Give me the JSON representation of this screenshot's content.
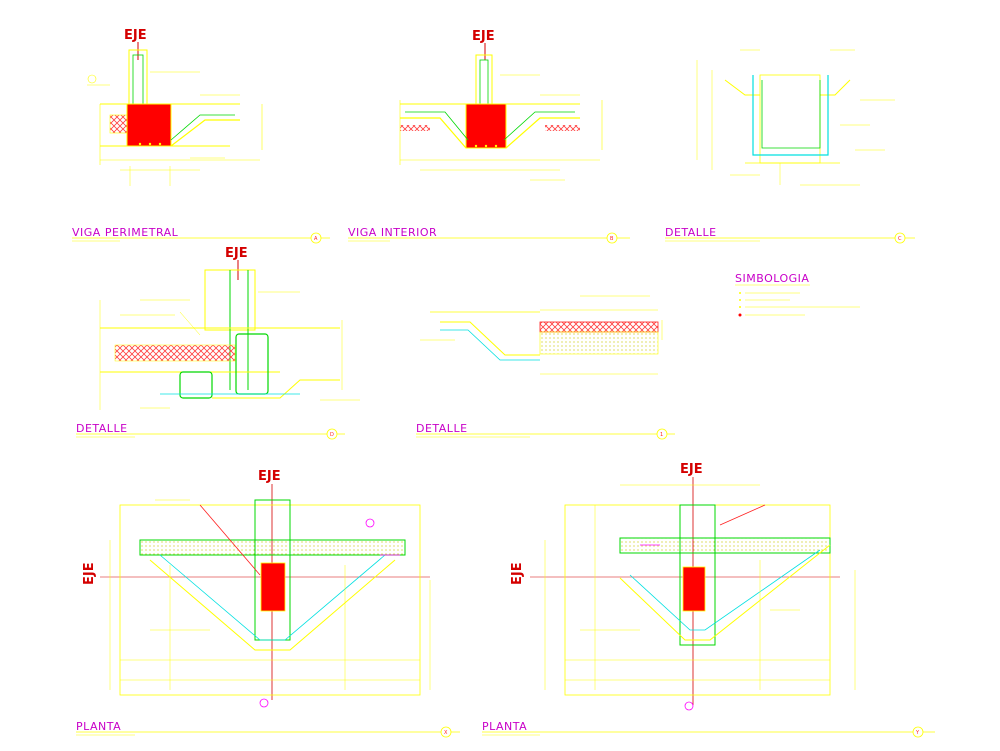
{
  "axis_label": "EJE",
  "details": {
    "viga_perimetral": {
      "title": "VIGA PERIMETRAL",
      "marker": "A"
    },
    "viga_interior": {
      "title": "VIGA INTERIOR",
      "marker": "B"
    },
    "detalle_c": {
      "title": "DETALLE",
      "marker": "C"
    },
    "detalle_d": {
      "title": "DETALLE",
      "marker": "D"
    },
    "detalle_1": {
      "title": "DETALLE",
      "marker": "1"
    },
    "planta_x": {
      "title": "PLANTA",
      "marker": "X"
    },
    "planta_y": {
      "title": "PLANTA",
      "marker": "Y"
    }
  },
  "legend": {
    "title": "SIMBOLOGIA"
  },
  "colors": {
    "title": "#c800c8",
    "axis": "#d40000",
    "rebar": "#ff0000",
    "concrete": "#ffff00",
    "stirrup": "#00d800",
    "cyan": "#00e0e0",
    "dimension": "#ffff00"
  }
}
